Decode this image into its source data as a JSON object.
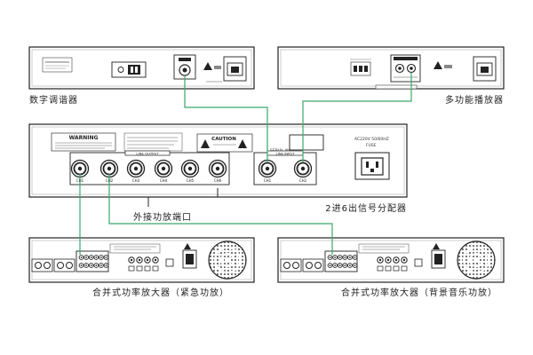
{
  "labels": {
    "digital_tuner": "数字调谐器",
    "multi_player": "多功能播放器",
    "distributor": "2进6出信号分配器",
    "external_ports": "外接功放端口",
    "amp_emergency": "合并式功率放大器（紧急功放）",
    "amp_background": "合并式功率放大器（背景音乐功放）"
  },
  "panel_text": {
    "warning": "WARNING",
    "caution": "CAUTION",
    "serial_no": "SERIAL NO.",
    "ac_power": "AC220V 50/60HZ",
    "fuse": "FUSE",
    "line_out": "LINE OUTPUT",
    "line_in": "LINE INPUT",
    "ch_out": [
      "CH1",
      "CH2",
      "CH3",
      "CH4",
      "CH5",
      "CH6"
    ],
    "ch_in": [
      "CH1",
      "CH2"
    ]
  },
  "colors": {
    "cable": "#3aa86b",
    "outline": "#222222"
  }
}
